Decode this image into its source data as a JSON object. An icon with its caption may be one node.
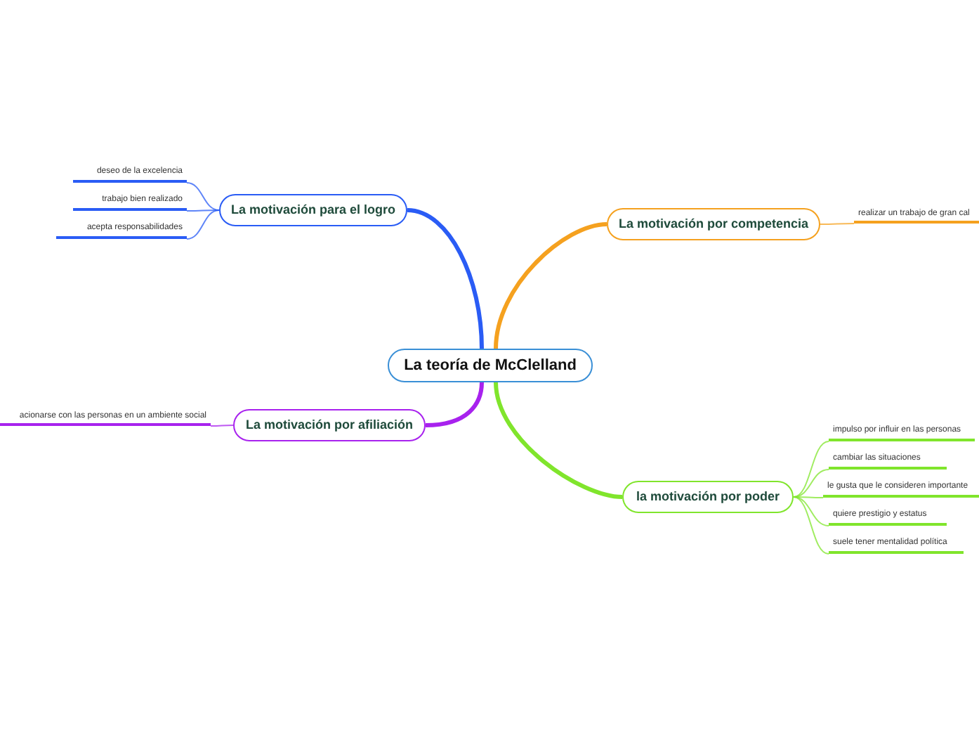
{
  "diagram": {
    "nodes": [
      {
        "text": [
          "La teoría de McClelland"
        ]
      },
      {
        "text": [
          "La motivación para el logro"
        ]
      },
      {
        "text": [
          "deseo de la excelencia"
        ]
      },
      {
        "text": [
          "trabajo bien realizado"
        ]
      },
      {
        "text": [
          "acepta responsabilidades"
        ]
      },
      {
        "text": [
          "La motivación por competencia"
        ]
      },
      {
        "text": [
          "realizar un trabajo de gran cal"
        ]
      },
      {
        "text": [
          "La motivación por afiliación"
        ]
      },
      {
        "text": [
          "acionarse con las personas en un ambiente social"
        ]
      },
      {
        "text": [
          "la motivación por poder"
        ]
      },
      {
        "text": [
          "impulso por influir en las personas"
        ]
      },
      {
        "text": [
          "cambiar las situaciones"
        ]
      },
      {
        "text": [
          "le gusta que le consideren importante"
        ]
      },
      {
        "text": [
          "quiere prestigio y estatus"
        ]
      },
      {
        "text": [
          "suele tener mentalidad política"
        ]
      }
    ],
    "edges": [
      {
        "from": 0,
        "to": 1,
        "arrow": "none",
        "style": "thick",
        "color": "#2a5cf5"
      },
      {
        "from": 1,
        "to": 2,
        "arrow": "none",
        "color": "#2a5cf5"
      },
      {
        "from": 1,
        "to": 3,
        "arrow": "none",
        "color": "#2a5cf5"
      },
      {
        "from": 1,
        "to": 4,
        "arrow": "none",
        "color": "#2a5cf5"
      },
      {
        "from": 0,
        "to": 5,
        "arrow": "none",
        "style": "thick",
        "color": "#f5a11f"
      },
      {
        "from": 5,
        "to": 6,
        "arrow": "none",
        "color": "#f5a11f"
      },
      {
        "from": 0,
        "to": 7,
        "arrow": "none",
        "style": "thick",
        "color": "#a822ee"
      },
      {
        "from": 7,
        "to": 8,
        "arrow": "none",
        "color": "#a822ee"
      },
      {
        "from": 0,
        "to": 9,
        "arrow": "none",
        "style": "thick",
        "color": "#80e52c"
      },
      {
        "from": 9,
        "to": 10,
        "arrow": "none",
        "color": "#80e52c"
      },
      {
        "from": 9,
        "to": 11,
        "arrow": "none",
        "color": "#80e52c"
      },
      {
        "from": 9,
        "to": 12,
        "arrow": "none",
        "color": "#80e52c"
      },
      {
        "from": 9,
        "to": 13,
        "arrow": "none",
        "color": "#80e52c"
      },
      {
        "from": 9,
        "to": 14,
        "arrow": "none",
        "color": "#80e52c"
      }
    ]
  }
}
